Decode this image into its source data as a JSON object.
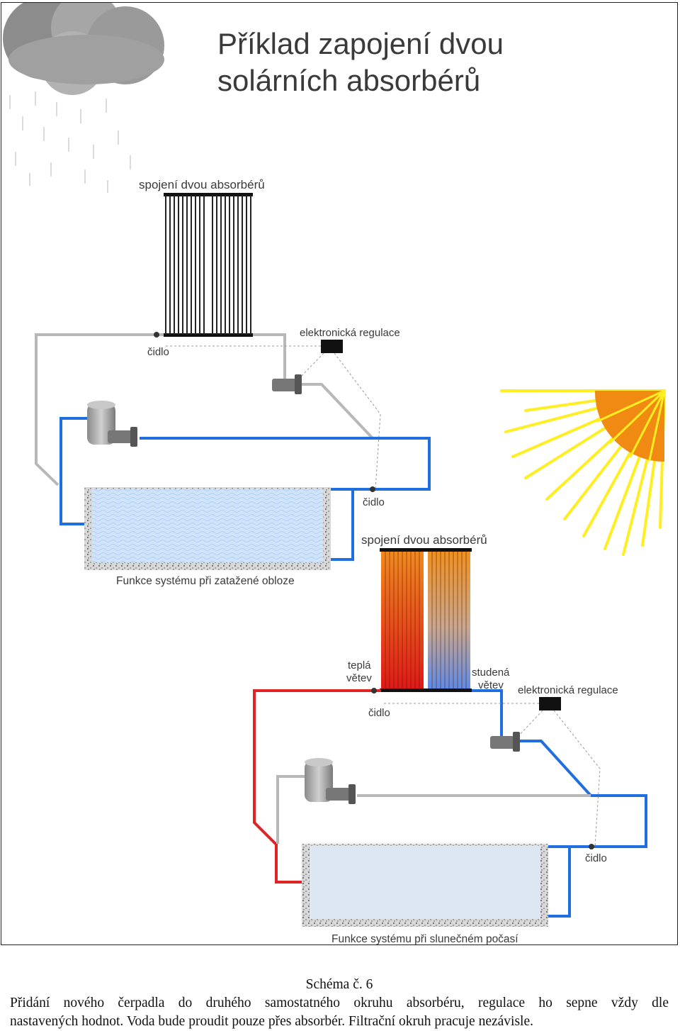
{
  "diagram": {
    "title_line1": "Příklad zapojení dvou",
    "title_line2": "solárních absorbérů",
    "cloudy_system": {
      "absorber_label": "spojení dvou absorbérů",
      "sensor_label": "čidlo",
      "control_label": "elektronická regulace",
      "pool_sensor_label": "čidlo",
      "caption": "Funkce systému při zatažené obloze"
    },
    "sunny_system": {
      "absorber_label": "spojení dvou absorbérů",
      "warm_branch_line1": "teplá",
      "warm_branch_line2": "větev",
      "cold_branch_line1": "studená",
      "cold_branch_line2": "větev",
      "sensor_label": "čidlo",
      "control_label": "elektronická regulace",
      "pool_sensor_label": "čidlo",
      "caption": "Funkce systému při slunečném počasí"
    },
    "colors": {
      "hot_pipe": "#e02424",
      "cold_pipe": "#1f6fe0",
      "inactive_pipe": "#b8b8b8",
      "pool_water_cloudy": "#cfe4fb",
      "pool_water_sunny": "#dde7f4",
      "sun": "#f08a12",
      "sun_rays": "#ffee22",
      "cloud": "#9e9e9e"
    }
  },
  "caption": {
    "title": "Schéma č. 6",
    "line1": "Přidání nového čerpadla do druhého samostatného okruhu absorbéru, regulace ho sepne vždy dle",
    "line2": "nastavených hodnot. Voda bude proudit pouze přes absorbér. Filtrační okruh pracuje nezávisle."
  }
}
